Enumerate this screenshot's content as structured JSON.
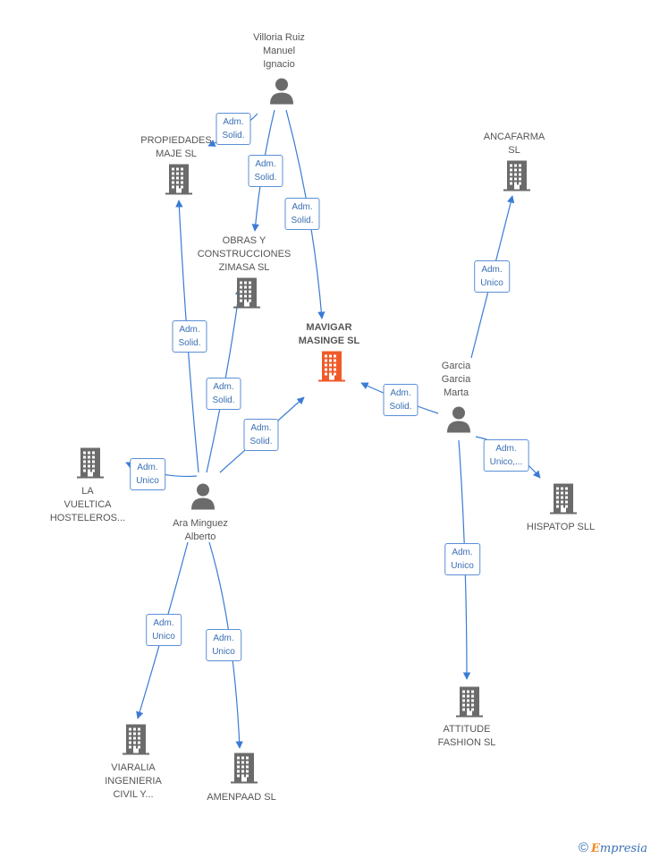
{
  "nodes": [
    {
      "id": "villoria",
      "kind": "person",
      "label": "Villoria Ruiz\nManuel\nIgnacio"
    },
    {
      "id": "propiedades",
      "kind": "company",
      "label": "PROPIEDADES\nMAJE SL"
    },
    {
      "id": "obras",
      "kind": "company",
      "label": "OBRAS Y\nCONSTRUCCIONES\nZIMASA SL"
    },
    {
      "id": "mavigar",
      "kind": "company",
      "main": true,
      "label": "MAVIGAR\nMASINGE SL"
    },
    {
      "id": "ancafarma",
      "kind": "company",
      "label": "ANCAFARMA\nSL"
    },
    {
      "id": "garcia",
      "kind": "person",
      "label": "Garcia\nGarcia\nMarta"
    },
    {
      "id": "hispatop",
      "kind": "company",
      "label": "HISPATOP SLL"
    },
    {
      "id": "lavueltica",
      "kind": "company",
      "label": "LA\nVUELTICA\nHOSTELEROS..."
    },
    {
      "id": "ara",
      "kind": "person",
      "label": "Ara Minguez\nAlberto"
    },
    {
      "id": "attitude",
      "kind": "company",
      "label": "ATTITUDE\nFASHION SL"
    },
    {
      "id": "viaralia",
      "kind": "company",
      "label": "VIARALIA\nINGENIERIA\nCIVIL Y..."
    },
    {
      "id": "amenpaad",
      "kind": "company",
      "label": "AMENPAAD SL"
    }
  ],
  "edges": [
    {
      "id": "e1",
      "from": "villoria",
      "to": "propiedades",
      "label": "Adm.\nSolid."
    },
    {
      "id": "e2",
      "from": "villoria",
      "to": "obras",
      "label": "Adm.\nSolid."
    },
    {
      "id": "e3",
      "from": "villoria",
      "to": "mavigar",
      "label": "Adm.\nSolid."
    },
    {
      "id": "e4",
      "from": "ara",
      "to": "propiedades",
      "label": "Adm.\nSolid."
    },
    {
      "id": "e5",
      "from": "ara",
      "to": "obras",
      "label": "Adm.\nSolid."
    },
    {
      "id": "e6",
      "from": "ara",
      "to": "mavigar",
      "label": "Adm.\nSolid."
    },
    {
      "id": "e7",
      "from": "ara",
      "to": "lavueltica",
      "label": "Adm.\nUnico"
    },
    {
      "id": "e8",
      "from": "ara",
      "to": "viaralia",
      "label": "Adm.\nUnico"
    },
    {
      "id": "e9",
      "from": "ara",
      "to": "amenpaad",
      "label": "Adm.\nUnico"
    },
    {
      "id": "e10",
      "from": "garcia",
      "to": "ancafarma",
      "label": "Adm.\nUnico"
    },
    {
      "id": "e11",
      "from": "garcia",
      "to": "mavigar",
      "label": "Adm.\nSolid."
    },
    {
      "id": "e12",
      "from": "garcia",
      "to": "hispatop",
      "label": "Adm.\nUnico,..."
    },
    {
      "id": "e13",
      "from": "garcia",
      "to": "attitude",
      "label": "Adm.\nUnico"
    }
  ],
  "colors": {
    "edge": "#3a7bd5",
    "node": "#6b6b6b",
    "main_node": "#f05a28",
    "label_text": "#555555"
  },
  "footer": {
    "copyright": "©",
    "brand_initial": "E",
    "brand_rest": "mpresia"
  }
}
